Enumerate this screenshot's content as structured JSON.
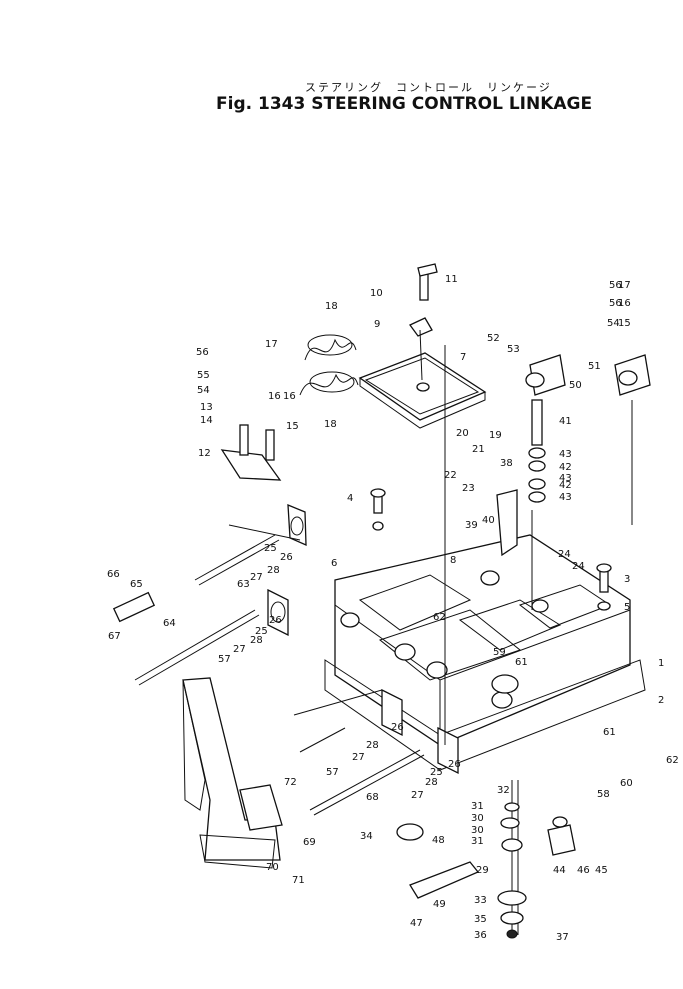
{
  "header": {
    "title_jp": "ステアリング　コントロール　リンケージ",
    "title_en": "Fig. 1343 STEERING CONTROL LINKAGE"
  },
  "callouts": [
    "1",
    "2",
    "3",
    "4",
    "5",
    "6",
    "7",
    "8",
    "9",
    "10",
    "11",
    "12",
    "13",
    "14",
    "15",
    "15",
    "16",
    "16",
    "16",
    "17",
    "17",
    "18",
    "18",
    "19",
    "20",
    "21",
    "22",
    "23",
    "24",
    "24",
    "25",
    "25",
    "25",
    "26",
    "26",
    "26",
    "26",
    "27",
    "27",
    "27",
    "27",
    "28",
    "28",
    "28",
    "28",
    "29",
    "30",
    "30",
    "31",
    "31",
    "32",
    "33",
    "34",
    "35",
    "36",
    "37",
    "38",
    "39",
    "40",
    "41",
    "42",
    "42",
    "43",
    "43",
    "43",
    "44",
    "45",
    "46",
    "47",
    "48",
    "49",
    "50",
    "51",
    "52",
    "53",
    "54",
    "54",
    "55",
    "56",
    "56",
    "56",
    "57",
    "57",
    "58",
    "59",
    "60",
    "61",
    "61",
    "62",
    "62",
    "63",
    "64",
    "65",
    "66",
    "67",
    "68",
    "69",
    "70",
    "71",
    "72"
  ]
}
